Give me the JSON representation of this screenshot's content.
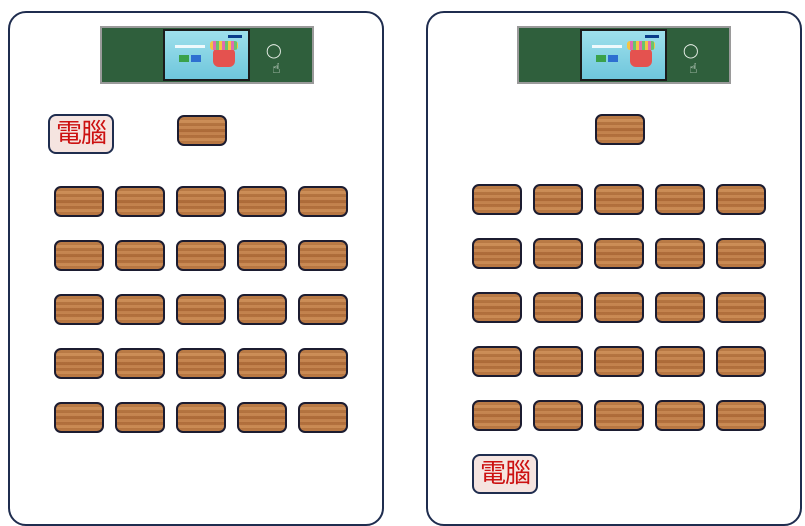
{
  "computer_label": "電腦",
  "colors": {
    "room_border": "#1f2d4f",
    "board": "#2f5f3c",
    "desk_wood": "#c98a52",
    "pc_text": "#cc1111",
    "pc_bg": "#f5e4e0"
  },
  "rooms": [
    {
      "id": "room-a",
      "desk_grid": {
        "rows": 5,
        "cols": 5
      },
      "teacher_desk": true,
      "computer_position": "front-left"
    },
    {
      "id": "room-b",
      "desk_grid": {
        "rows": 5,
        "cols": 5
      },
      "teacher_desk": true,
      "computer_position": "back-left"
    }
  ]
}
